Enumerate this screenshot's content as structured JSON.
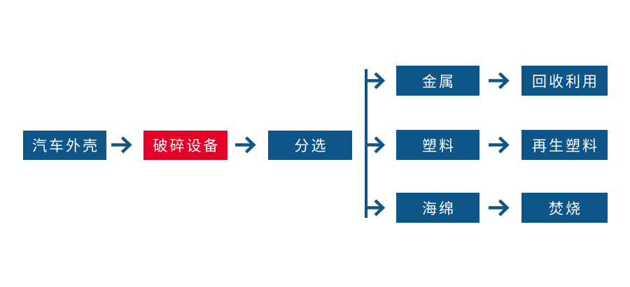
{
  "colors": {
    "node_blue": "#0F5688",
    "node_red": "#E60028",
    "arrow_blue": "#0F5688",
    "text": "#FFFFFF",
    "background": "#FFFFFF"
  },
  "flow": {
    "main": [
      {
        "label": "汽车外壳",
        "style": "blue"
      },
      {
        "label": "破碎设备",
        "style": "red"
      },
      {
        "label": "分选",
        "style": "blue"
      }
    ],
    "branches": [
      {
        "material": "金属",
        "outcome": "回收利用"
      },
      {
        "material": "塑料",
        "outcome": "再生塑料"
      },
      {
        "material": "海绵",
        "outcome": "焚烧"
      }
    ]
  }
}
